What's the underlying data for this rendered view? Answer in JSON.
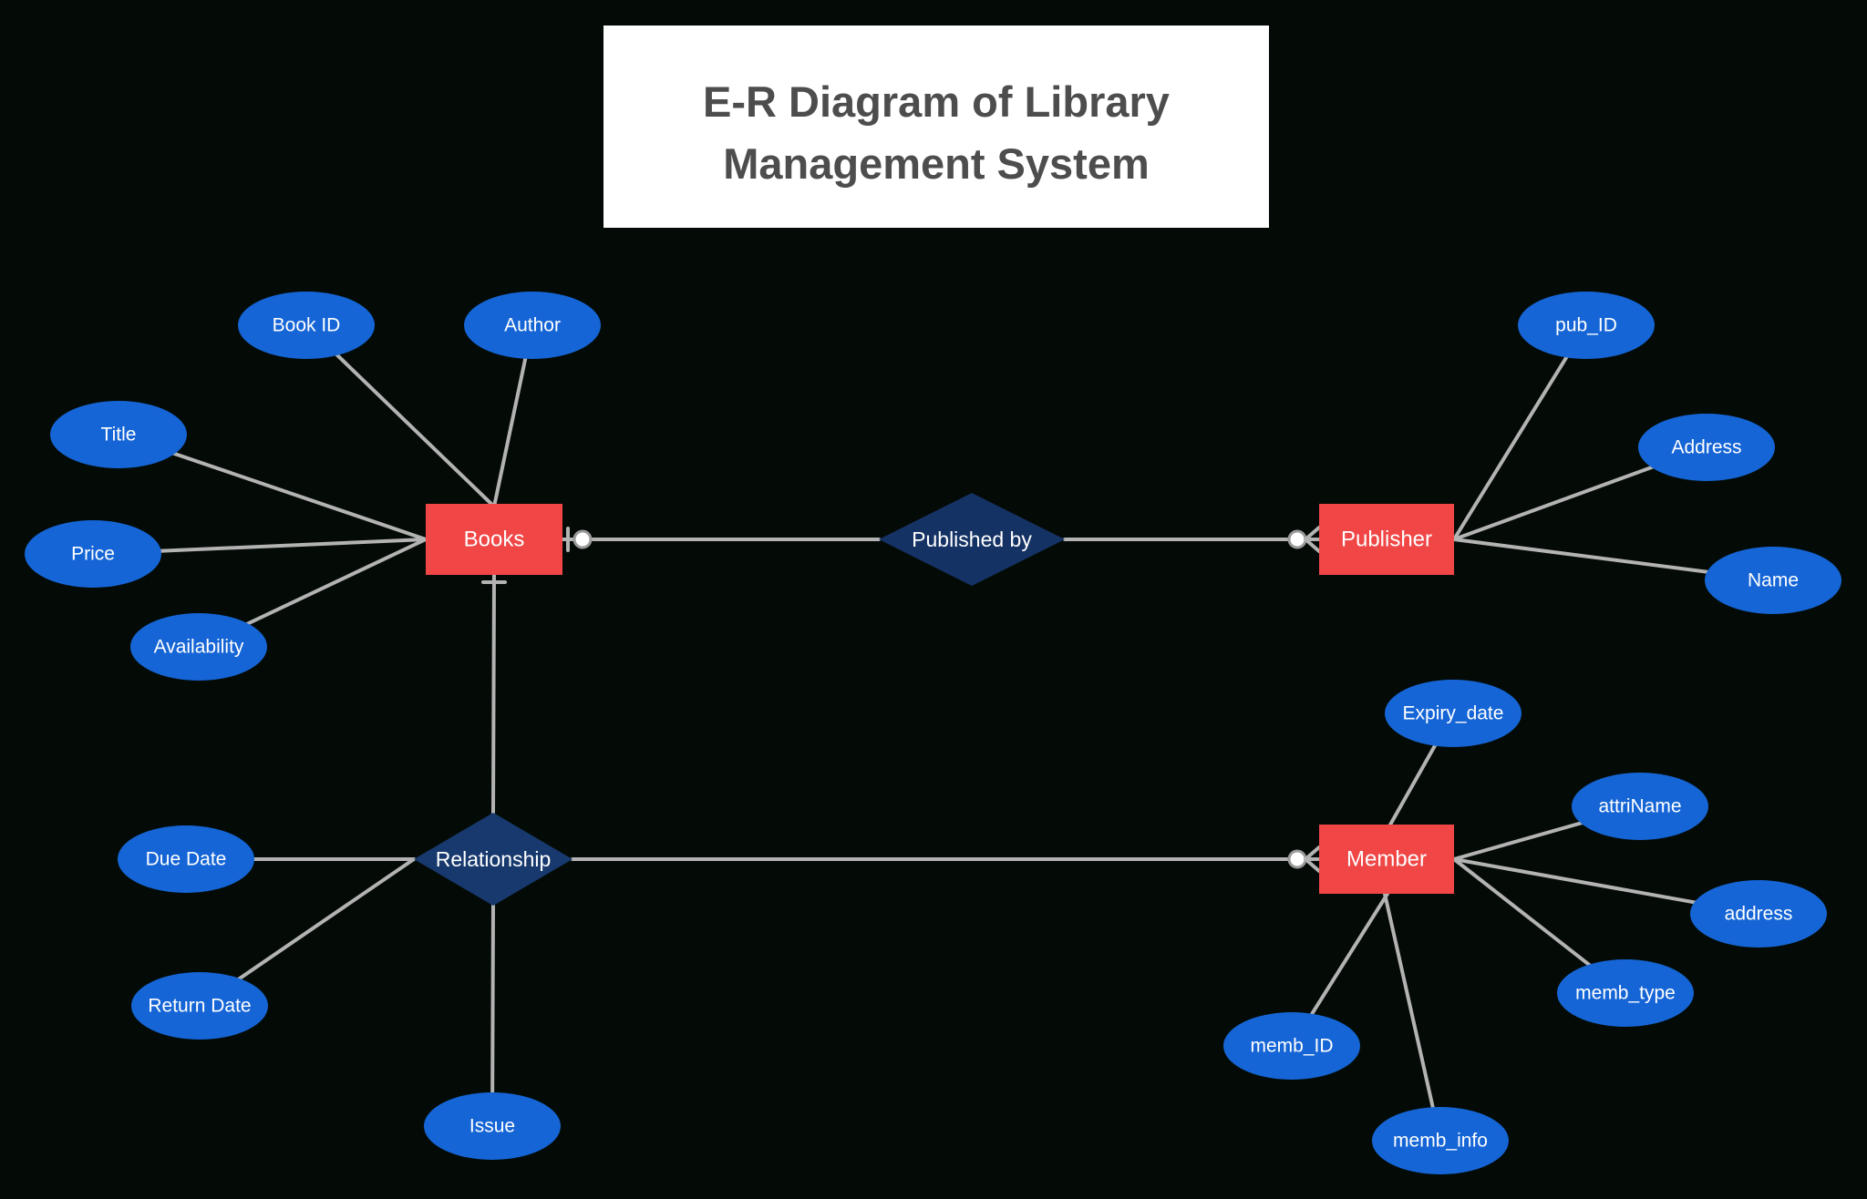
{
  "title": {
    "line1": "E-R Diagram of Library",
    "line2": "Management System"
  },
  "entities": {
    "books": {
      "label": "Books",
      "attributes": [
        "Book ID",
        "Author",
        "Title",
        "Price",
        "Availability"
      ]
    },
    "publisher": {
      "label": "Publisher",
      "attributes": [
        "pub_ID",
        "Address",
        "Name"
      ]
    },
    "member": {
      "label": "Member",
      "attributes": [
        "Expiry_date",
        "attriName",
        "address",
        "memb_type",
        "memb_ID",
        "memb_info"
      ]
    }
  },
  "relationships": {
    "published_by": {
      "label": "Published by"
    },
    "relationship": {
      "label": "Relationship"
    }
  },
  "notation": {
    "books_published_by": "one (tick) with circle",
    "publisher_side": "circle with crow-foot (zero or many)",
    "member_side": "circle with crow-foot (zero or many)",
    "books_relationship": "one (tick)"
  },
  "colors": {
    "background": "#040b06",
    "entity_red": "#f04646",
    "attribute_blue": "#1565d6",
    "diamond_navy_published_by": "#143264",
    "diamond_navy_relationship": "#17396d",
    "line_gray": "#b3b3b3",
    "title_bg": "#ffffff",
    "title_text": "#4d4d4d",
    "label_text": "#ffffff"
  }
}
